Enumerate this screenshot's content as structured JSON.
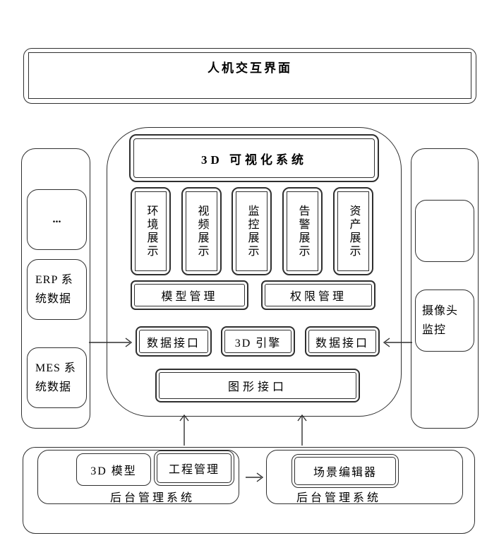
{
  "diagram": {
    "top_box": {
      "title": "人机交互界面"
    },
    "center": {
      "title": "3D 可视化系统",
      "display_modules": [
        "环境展示",
        "视频展示",
        "监控展示",
        "告警展示",
        "资产展示"
      ],
      "management_modules": [
        "模型管理",
        "权限管理"
      ],
      "middleware_row": [
        "数据接口",
        "3D 引擎",
        "数据接口"
      ],
      "graphics_interface": "图形接口"
    },
    "left_column": {
      "items": [
        {
          "lines": [
            "..."
          ]
        },
        {
          "lines": [
            "ERP 系",
            "统数据"
          ]
        },
        {
          "lines": [
            "MES 系",
            "统数据"
          ]
        }
      ]
    },
    "right_column": {
      "camera": {
        "lines": [
          "摄像头",
          "监控"
        ]
      }
    },
    "bottom": {
      "backend_left": {
        "label": "后台管理系统",
        "items": [
          "3D 模型",
          "工程管理"
        ]
      },
      "backend_right": {
        "label": "后台管理系统",
        "items": [
          "场景编辑器"
        ]
      }
    },
    "colors": {
      "border": "#2f2f2f",
      "background": "#ffffff",
      "text": "#000000"
    }
  }
}
